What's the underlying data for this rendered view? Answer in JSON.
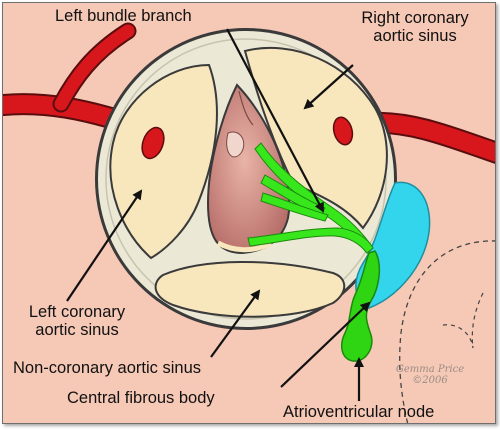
{
  "labels": {
    "left_bundle_branch": "Left bundle branch",
    "right_coronary_sinus_line1": "Right coronary",
    "right_coronary_sinus_line2": "aortic sinus",
    "left_coronary_sinus_line1": "Left coronary",
    "left_coronary_sinus_line2": "aortic sinus",
    "non_coronary_sinus": "Non-coronary aortic sinus",
    "central_fibrous_body": "Central fibrous body",
    "atrioventricular_node": "Atrioventricular node"
  },
  "signature": {
    "name": "Gemma Price",
    "year": "©2006"
  },
  "colors": {
    "background": "#f6c8b6",
    "artery": "#d8171c",
    "sinus_fill": "#f8e6bd",
    "valve_ring": "#ece8d6",
    "outline": "#3a3a3a",
    "bundle_branch": "#38e61c",
    "fibrous_body": "#33d5ec",
    "av_node": "#2fd413",
    "inner_tissue": "#d99a92"
  }
}
